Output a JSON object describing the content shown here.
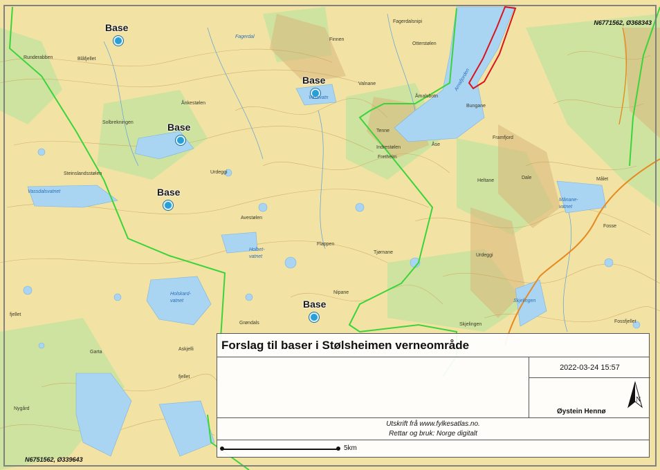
{
  "map": {
    "coords": {
      "top_right": "N6771562, Ø368343",
      "bottom_left": "N6751562, Ø339643"
    },
    "base_label": "Base",
    "place_labels": [
      "Runderabben",
      "Blåfjellet",
      "Ånkestølen",
      "Solbrekningen",
      "Steinslandsstølen",
      "Urdeggi",
      "Avestølen",
      "Flappen",
      "Tjørnane",
      "Nipane",
      "Grøndals",
      "Garta",
      "Askjelli",
      "fjellet",
      "Nygård",
      "Finnen",
      "Fagerdalsnipi",
      "Otterstølen",
      "Valnane",
      "Åmalsbotn",
      "Tenne",
      "Indrestølen",
      "Fretheim",
      "Åse",
      "Bungane",
      "Framfjord",
      "Heltane",
      "Dale",
      "Urdeggi",
      "Målet",
      "Fosse",
      "Skjelingen",
      "Fossfjellet",
      "fjellet"
    ],
    "water_labels": [
      "Holskard-",
      "vatnet",
      "Holbet-",
      "vatnet",
      "Vassvatn",
      "Vassdalsvatnet",
      "Fagerdal",
      "Arnafjorden",
      "Skjelingen",
      "Mânane-",
      "vatnet"
    ],
    "colors": {
      "terrain": "#f2e2a4",
      "forest": "#cfe3a1",
      "water": "#a9d4f2",
      "reserve_boundary": "#3ad43a",
      "contour": "#c9a25a",
      "highlight": "#d8141c",
      "road": "#e58a1f",
      "base_marker": "#2a9fd6"
    },
    "icons": [
      "base-marker-icon",
      "north-arrow-icon"
    ]
  },
  "legend": {
    "title": "Forslag til baser i Stølsheimen verneområde",
    "date": "2022-03-24 15:57",
    "author": "Øystein Hennø",
    "north_label": "N",
    "credits_line1": "Utskrift frå www.fylkesatlas.no.",
    "credits_line2": "Rettar og bruk: Norge digitalt",
    "scale_label": "5km"
  }
}
